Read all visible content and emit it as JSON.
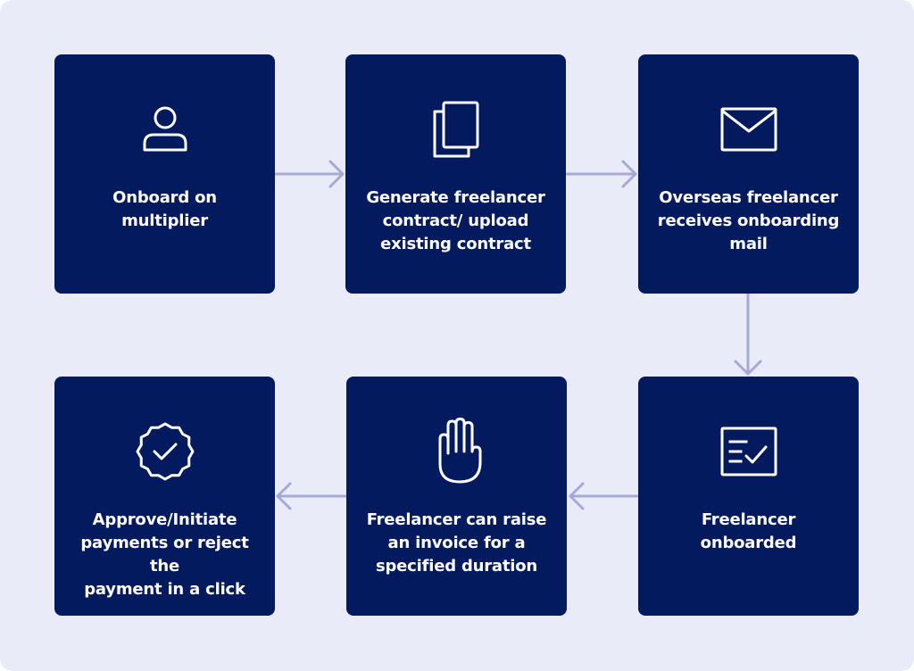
{
  "steps": [
    {
      "icon": "user-icon",
      "lines": [
        "Onboard on",
        "multiplier"
      ]
    },
    {
      "icon": "documents-icon",
      "lines": [
        "Generate freelancer",
        "contract/ upload",
        "existing contract"
      ]
    },
    {
      "icon": "mail-icon",
      "lines": [
        "Overseas freelancer",
        "receives onboarding",
        "mail"
      ]
    },
    {
      "icon": "checklist-icon",
      "lines": [
        "Freelancer",
        "onboarded"
      ]
    },
    {
      "icon": "hand-icon",
      "lines": [
        "Freelancer can raise",
        "an invoice for a",
        "specified duration"
      ]
    },
    {
      "icon": "verified-badge-icon",
      "lines": [
        "Approve/Initiate",
        "payments or reject the",
        "payment in a click"
      ]
    }
  ],
  "colors": {
    "background": "#e9ebf8",
    "card": "#031a5e",
    "arrow": "#a6a9d6",
    "text": "#ffffff"
  }
}
